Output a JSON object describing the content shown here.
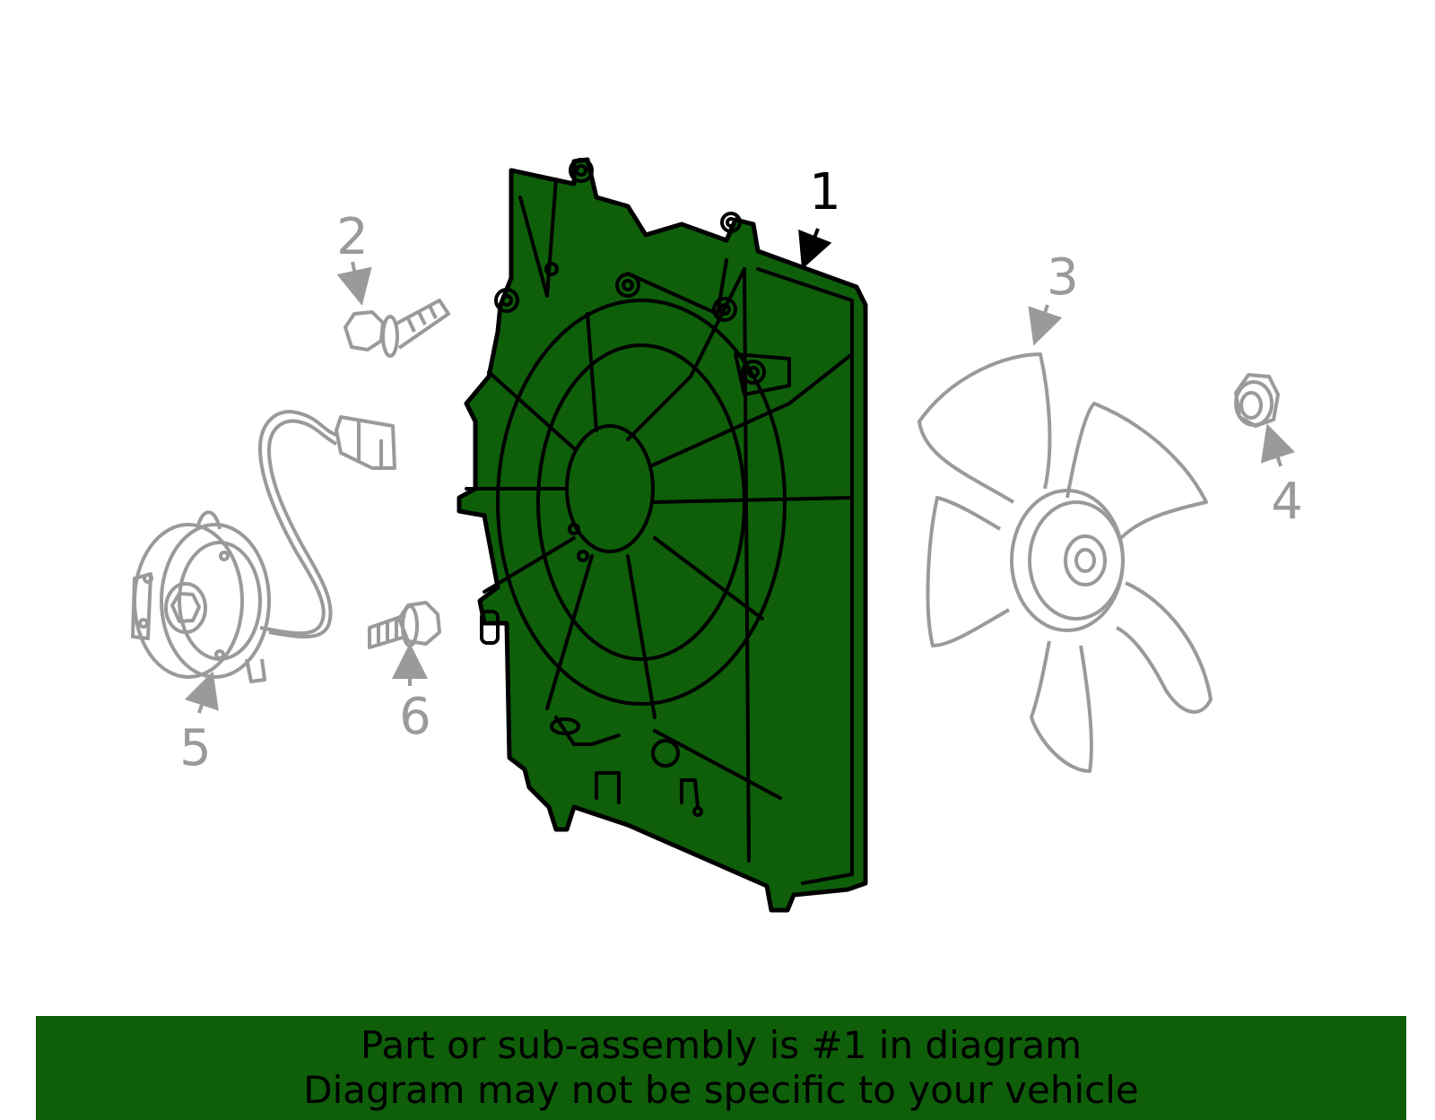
{
  "colors": {
    "highlight": "#0f5e0a",
    "part_outline_gray": "#9a9a9a",
    "callout_gray": "#9a9a9a",
    "callout_primary": "#000000"
  },
  "callouts": {
    "c1": "1",
    "c2": "2",
    "c3": "3",
    "c4": "4",
    "c5": "5",
    "c6": "6"
  },
  "banner": {
    "line1": "Part or sub-assembly is #1 in diagram",
    "line2": "Diagram may not be specific to your vehicle"
  }
}
